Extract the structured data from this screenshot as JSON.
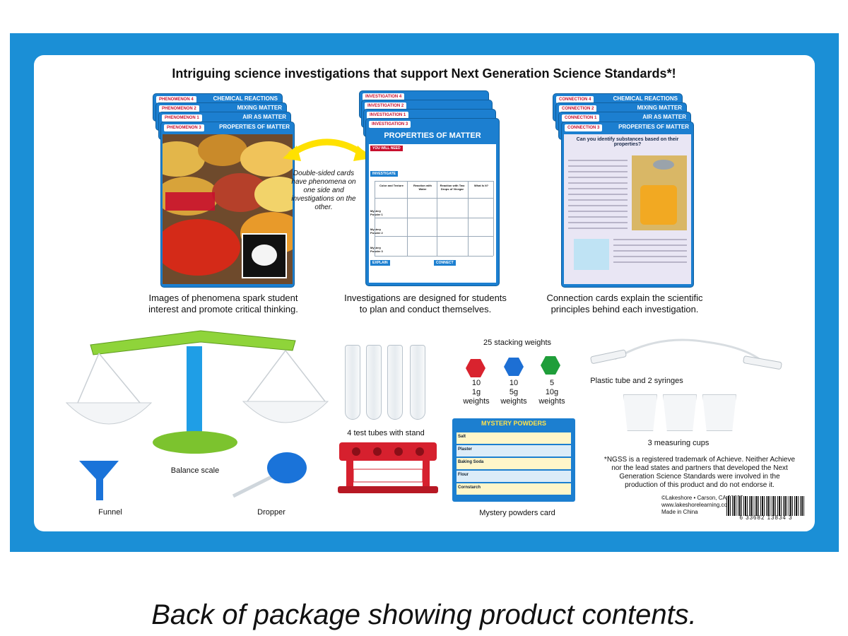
{
  "headline": "Intriguing science investigations that support Next Generation Science Standards*!",
  "caption": "Back of package showing product contents.",
  "cards": {
    "phenomenon": {
      "tabs": [
        "PHENOMENON 4",
        "PHENOMENON 2",
        "PHENOMENON 1",
        "PHENOMENON 3"
      ],
      "titles": [
        "CHEMICAL REACTIONS",
        "MIXING MATTER",
        "AIR AS MATTER",
        "PROPERTIES OF MATTER"
      ],
      "caption_line1": "Images of phenomena spark student",
      "caption_line2": "interest and promote critical thinking."
    },
    "investigation": {
      "tabs": [
        "INVESTIGATION 4",
        "INVESTIGATION 2",
        "INVESTIGATION 1",
        "INVESTIGATION 3"
      ],
      "title": "PROPERTIES OF MATTER",
      "you_will_need": "YOU WILL NEED",
      "investigate": "INVESTIGATE",
      "explain": "EXPLAIN",
      "connect": "CONNECT",
      "table_headers": [
        "Color and Texture",
        "Reaction with Water",
        "Reaction with Two Drops of Vinegar",
        "What Is It?"
      ],
      "table_rows": [
        "Mystery Powder 1",
        "Mystery Powder 2",
        "Mystery Powder 3"
      ],
      "caption_line1": "Investigations are designed for students",
      "caption_line2": "to plan and conduct themselves."
    },
    "connection": {
      "tabs": [
        "CONNECTION 4",
        "CONNECTION 2",
        "CONNECTION 1",
        "CONNECTION 3"
      ],
      "titles": [
        "CHEMICAL REACTIONS",
        "MIXING MATTER",
        "AIR AS MATTER",
        "PROPERTIES OF MATTER"
      ],
      "question": "Can you identify substances based on their properties?",
      "caption_line1": "Connection cards explain the scientific",
      "caption_line2": "principles behind each investigation."
    },
    "double_sided_note": "Double-sided cards have phenomena on one side and investigations on the other."
  },
  "contents": {
    "balance": "Balance scale",
    "funnel": "Funnel",
    "dropper": "Dropper",
    "test_tubes": "4 test tubes with stand",
    "stacking_weights": "25 stacking weights",
    "weights": [
      {
        "count": "10",
        "mass": "1g",
        "label": "weights",
        "color": "#d9232e"
      },
      {
        "count": "10",
        "mass": "5g",
        "label": "weights",
        "color": "#1d6fd4"
      },
      {
        "count": "5",
        "mass": "10g",
        "label": "weights",
        "color": "#1f9e3a"
      }
    ],
    "syringes": "Plastic tube and 2 syringes",
    "cups": "3 measuring cups",
    "powders_card": "Mystery powders card",
    "powders_title": "MYSTERY POWDERS",
    "powders_rows": [
      "Salt",
      "Plaster",
      "Baking Soda",
      "Flour",
      "Cornstarch"
    ]
  },
  "legal": {
    "ngss": "*NGSS is a registered trademark of Achieve. Neither Achieve nor the lead states and partners that developed the Next Generation Science Standards were involved in the production of this product and do not endorse it.",
    "company": "©Lakeshore • Carson, CA 90895",
    "website": "www.lakeshorelearning.com",
    "origin": "Made in China",
    "barcode_number": "6 33682 13834 3"
  },
  "colors": {
    "frame_blue": "#1b8fd6",
    "card_blue": "#1c7fd0",
    "accent_red": "#c8102e",
    "arrow_yellow": "#ffe100",
    "scale_green": "#8fd43a",
    "scale_blue": "#1f9ee6"
  }
}
